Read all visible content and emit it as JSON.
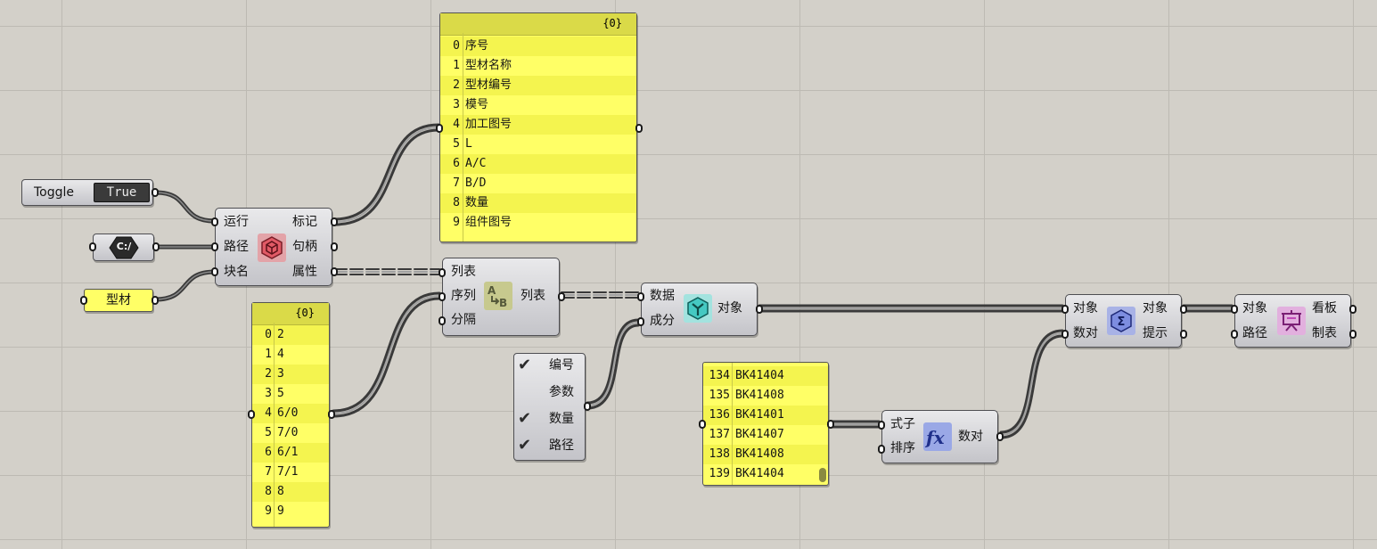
{
  "toggle": {
    "label": "Toggle",
    "value": "True"
  },
  "path_param": {
    "icon": "C:/"
  },
  "block_panel": {
    "value": "型材"
  },
  "export_component": {
    "inputs": [
      "运行",
      "路径",
      "块名"
    ],
    "outputs": [
      "标记",
      "句柄",
      "属性"
    ],
    "icon": "block-export-icon",
    "accent": "#c83c4a"
  },
  "tag_panel": {
    "header": "{0}",
    "rows": [
      {
        "i": "0",
        "v": "序号"
      },
      {
        "i": "1",
        "v": "型材名称"
      },
      {
        "i": "2",
        "v": "型材编号"
      },
      {
        "i": "3",
        "v": "模号"
      },
      {
        "i": "4",
        "v": "加工图号"
      },
      {
        "i": "5",
        "v": "L"
      },
      {
        "i": "6",
        "v": "A/C"
      },
      {
        "i": "7",
        "v": "B/D"
      },
      {
        "i": "8",
        "v": "数量"
      },
      {
        "i": "9",
        "v": "组件图号"
      }
    ]
  },
  "seq_panel": {
    "header": "{0}",
    "rows": [
      {
        "i": "0",
        "v": "2"
      },
      {
        "i": "1",
        "v": "4"
      },
      {
        "i": "2",
        "v": "3"
      },
      {
        "i": "3",
        "v": "5"
      },
      {
        "i": "4",
        "v": "6/0"
      },
      {
        "i": "5",
        "v": "7/0"
      },
      {
        "i": "6",
        "v": "6/1"
      },
      {
        "i": "7",
        "v": "7/1"
      },
      {
        "i": "8",
        "v": "8"
      },
      {
        "i": "9",
        "v": "9"
      }
    ]
  },
  "reorder_component": {
    "inputs": [
      "列表",
      "序列",
      "分隔"
    ],
    "outputs": [
      "列表"
    ],
    "icon": "ab-reorder-icon",
    "accent": "#9aa04a"
  },
  "checklist": {
    "items": [
      {
        "label": "编号",
        "checked": true
      },
      {
        "label": "参数",
        "checked": false
      },
      {
        "label": "数量",
        "checked": true
      },
      {
        "label": "路径",
        "checked": true
      }
    ]
  },
  "object_component": {
    "inputs": [
      "数据",
      "成分"
    ],
    "outputs": [
      "对象"
    ],
    "icon": "hexagon-y-icon",
    "accent": "#2bb8b0"
  },
  "code_panel": {
    "rows": [
      {
        "i": "134",
        "v": "BK41404"
      },
      {
        "i": "135",
        "v": "BK41408"
      },
      {
        "i": "136",
        "v": "BK41401"
      },
      {
        "i": "137",
        "v": "BK41407"
      },
      {
        "i": "138",
        "v": "BK41408"
      },
      {
        "i": "139",
        "v": "BK41404"
      }
    ]
  },
  "fx_component": {
    "inputs": [
      "式子",
      "排序"
    ],
    "outputs": [
      "数对"
    ],
    "icon": "fx-icon",
    "accent": "#4a62c8"
  },
  "sum_component": {
    "inputs": [
      "对象",
      "数对"
    ],
    "outputs": [
      "对象",
      "提示"
    ],
    "icon": "sigma-hexagon-icon",
    "accent": "#3c4ec0"
  },
  "board_component": {
    "inputs": [
      "对象",
      "路径"
    ],
    "outputs": [
      "看板",
      "制表"
    ],
    "icon": "presentation-board-icon",
    "accent": "#b04aa8"
  }
}
